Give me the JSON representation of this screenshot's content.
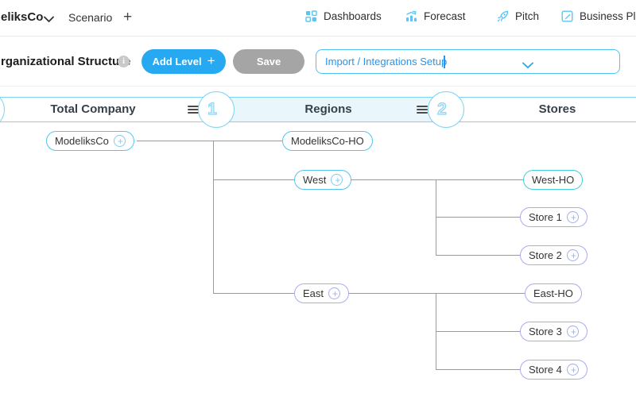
{
  "topbar": {
    "company_label": "eliksCo",
    "scenario_label": "Scenario",
    "nav_items": [
      {
        "label": "Dashboards",
        "icon": "dashboards-grid-icon"
      },
      {
        "label": "Forecast",
        "icon": "forecast-chart-icon"
      },
      {
        "label": "Pitch",
        "icon": "pitch-rocket-icon"
      },
      {
        "label": "Business Pla",
        "icon": "business-plan-edit-icon"
      }
    ]
  },
  "toolbar": {
    "title": "rganizational Structure",
    "add_level_label": "Add Level",
    "save_label": "Save",
    "import_dropdown_value": "Import / Integrations Setup"
  },
  "org_table": {
    "columns": [
      {
        "label": "Total Company",
        "level_badge": "1"
      },
      {
        "label": "Regions",
        "level_badge": "2"
      },
      {
        "label": "Stores",
        "level_badge": ""
      }
    ]
  },
  "tree": {
    "nodes": [
      {
        "label": "ModeliksCo",
        "has_add": true
      },
      {
        "label": "ModeliksCo-HO",
        "has_add": false
      },
      {
        "label": "West",
        "has_add": true
      },
      {
        "label": "West-HO",
        "has_add": false
      },
      {
        "label": "Store 1",
        "has_add": true
      },
      {
        "label": "Store 2",
        "has_add": true
      },
      {
        "label": "East",
        "has_add": true
      },
      {
        "label": "East-HO",
        "has_add": false
      },
      {
        "label": "Store 3",
        "has_add": true
      },
      {
        "label": "Store 4",
        "has_add": true
      }
    ]
  },
  "colors": {
    "accent_blue": "#27a9f2",
    "icon_blue": "#5bc6f2",
    "header_border_blue": "#7ed3f0",
    "regions_bg": "#e9f6fc",
    "node_blue": "#55c3f1",
    "node_cyan": "#43cbdc",
    "node_purple": "#a9acee",
    "save_gray": "#a5a5a5",
    "connector_gray": "#9a9a9a"
  }
}
